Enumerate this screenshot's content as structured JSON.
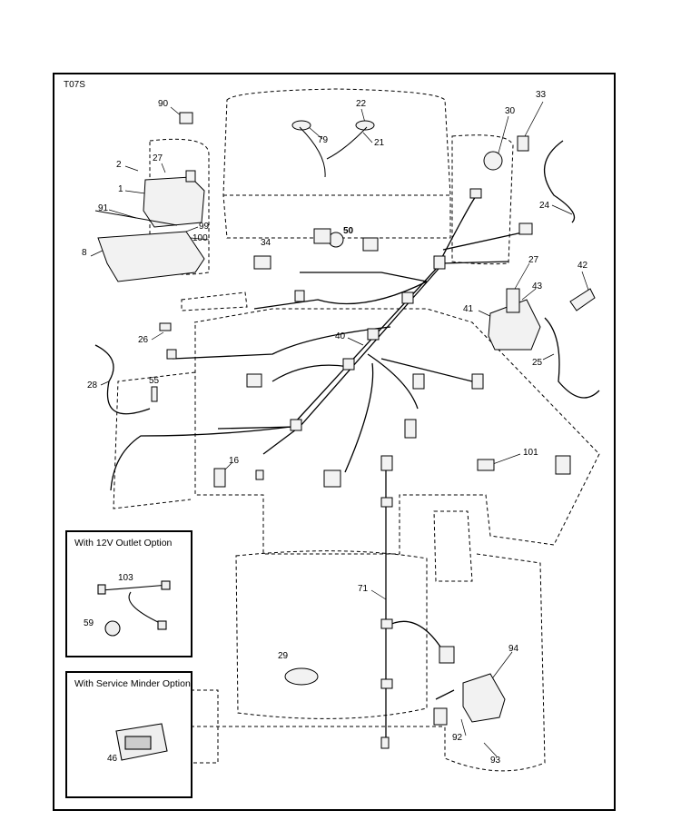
{
  "diagram_code": "T07S",
  "insets": {
    "outlet": {
      "title": "With 12V Outlet Option",
      "labels": [
        "103",
        "59"
      ]
    },
    "minder": {
      "title": "With Service Minder Option",
      "labels": [
        "46"
      ]
    }
  },
  "callouts": {
    "p90": "90",
    "p22": "22",
    "p79": "79",
    "p21": "21",
    "p30": "30",
    "p33": "33",
    "p2": "2",
    "p27a": "27",
    "p1": "1",
    "p91": "91",
    "p99": "99",
    "p100": "100",
    "p8": "8",
    "p34": "34",
    "p50": "50",
    "p24": "24",
    "p27b": "27",
    "p42": "42",
    "p41": "41",
    "p43": "43",
    "p26": "26",
    "p40": "40",
    "p25": "25",
    "p28": "28",
    "p55": "55",
    "p16": "16",
    "p101": "101",
    "p71": "71",
    "p29": "29",
    "p94": "94",
    "p92": "92",
    "p93": "93"
  }
}
